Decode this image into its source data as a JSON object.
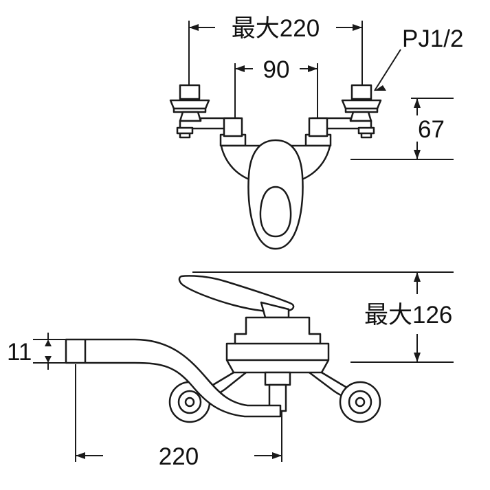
{
  "drawing": {
    "title": "faucet-technical-drawing",
    "line_color": "#1a1a1a",
    "fill_color": "#ffffff",
    "text_color": "#111111",
    "background": "#ffffff"
  },
  "dimensions": {
    "top_width": "最大220",
    "center_spacing": "90",
    "thread_label": "PJ1/2",
    "inlet_height": "67",
    "spout_height": "最大126",
    "spout_thickness": "11",
    "spout_reach": "220"
  }
}
